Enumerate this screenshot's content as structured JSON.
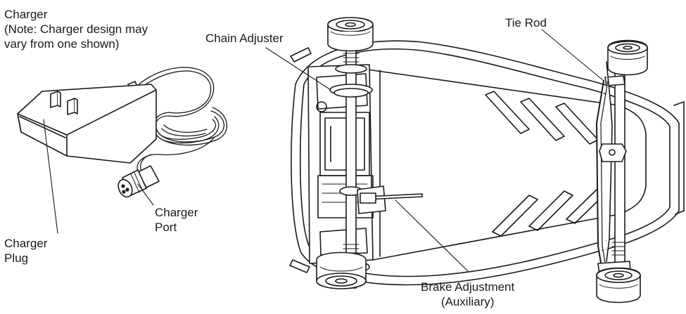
{
  "labels": {
    "charger": {
      "title": "Charger",
      "note_line1": "(Note: Charger design may",
      "note_line2": "vary from one shown)"
    },
    "charger_plug": {
      "line1": "Charger",
      "line2": "Plug"
    },
    "charger_port": {
      "line1": "Charger",
      "line2": "Port"
    },
    "chain_adjuster": "Chain Adjuster",
    "tie_rod": "Tie Rod",
    "brake_adjustment": {
      "line1": "Brake Adjustment",
      "line2": "(Auxiliary)"
    }
  },
  "colors": {
    "line": "#1a1a1a",
    "background": "#ffffff"
  }
}
